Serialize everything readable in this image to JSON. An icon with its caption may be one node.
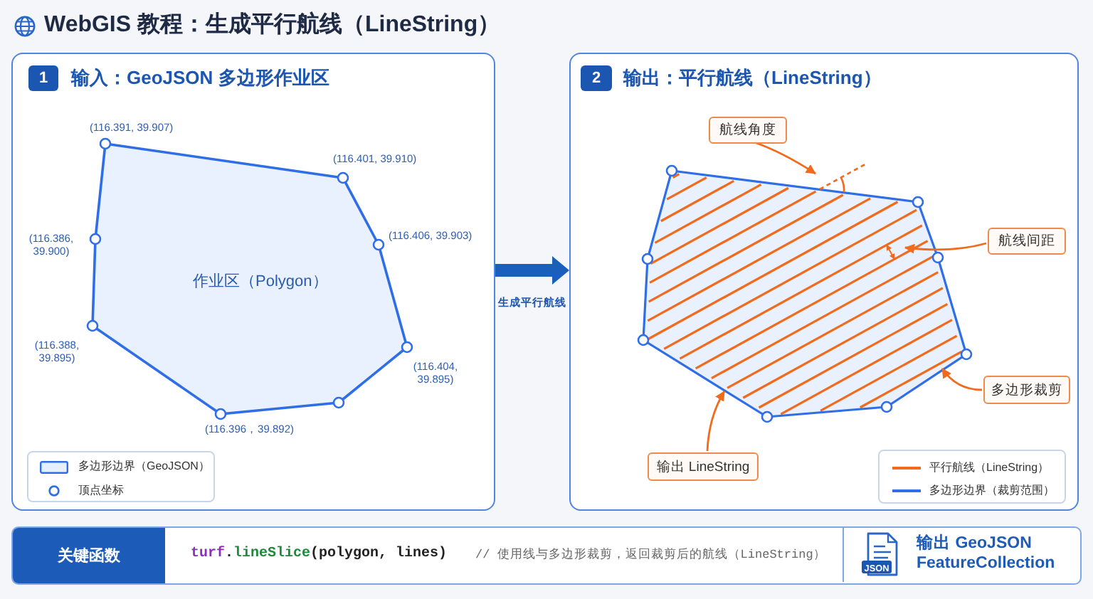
{
  "diagram": {
    "title": "WebGIS 教程：生成平行航线（LineString）",
    "nodes": [
      {
        "text": [
          "输入：GeoJSON 多边形作业区"
        ]
      },
      {
        "text": [
          "1"
        ],
        "in": 0
      },
      {
        "text": [
          "作业区（Polygon）"
        ],
        "in": 0,
        "beside": [
          "(116.391, 39.907)",
          "(116.401, 39.910)",
          "(116.386, 39.900)",
          "(116.406, 39.903)",
          "(116.388, 39.895)",
          "(116.404, 39.895)",
          "(116.396，39.892)"
        ]
      },
      {
        "text": [
          "输出：平行航线（LineString）"
        ]
      },
      {
        "text": [
          "2"
        ],
        "in": 3
      },
      {
        "text": [
          "航线角度"
        ],
        "in": 3
      },
      {
        "text": [],
        "shape": "picture",
        "in": 3
      },
      {
        "text": [
          "航线间距"
        ],
        "in": 3
      },
      {
        "text": [
          "多边形裁剪"
        ],
        "in": 3
      },
      {
        "text": [
          "输出 LineString"
        ],
        "in": 3
      },
      {
        "text": [
          "关键函数",
          "turf.lineSlice(polygon, lines)",
          "// 使用线与多边形裁剪，返回裁剪后的航线（LineString）"
        ]
      },
      {
        "text": [
          "输出 GeoJSON FeatureCollection"
        ],
        "in": 10
      }
    ],
    "edges": [
      {
        "from": 0,
        "to": 3,
        "arrow": "to",
        "label": "生成平行航线",
        "style": "thick",
        "color": "#1b5fbd"
      },
      {
        "from": 5,
        "to": 6,
        "arrow": "to"
      },
      {
        "from": 7,
        "to": 6,
        "arrow": "to"
      },
      {
        "from": 8,
        "to": 6,
        "arrow": "to"
      },
      {
        "from": 9,
        "to": 6,
        "arrow": "to"
      }
    ],
    "labels": [
      "JSON"
    ],
    "legend": [
      {
        "text": "多边形边界（GeoJSON）",
        "color": "#e6f0fd"
      },
      {
        "text": "顶点坐标"
      },
      {
        "text": "平行航线（LineString）"
      },
      {
        "text": "多边形边界（裁剪范围）"
      }
    ]
  }
}
